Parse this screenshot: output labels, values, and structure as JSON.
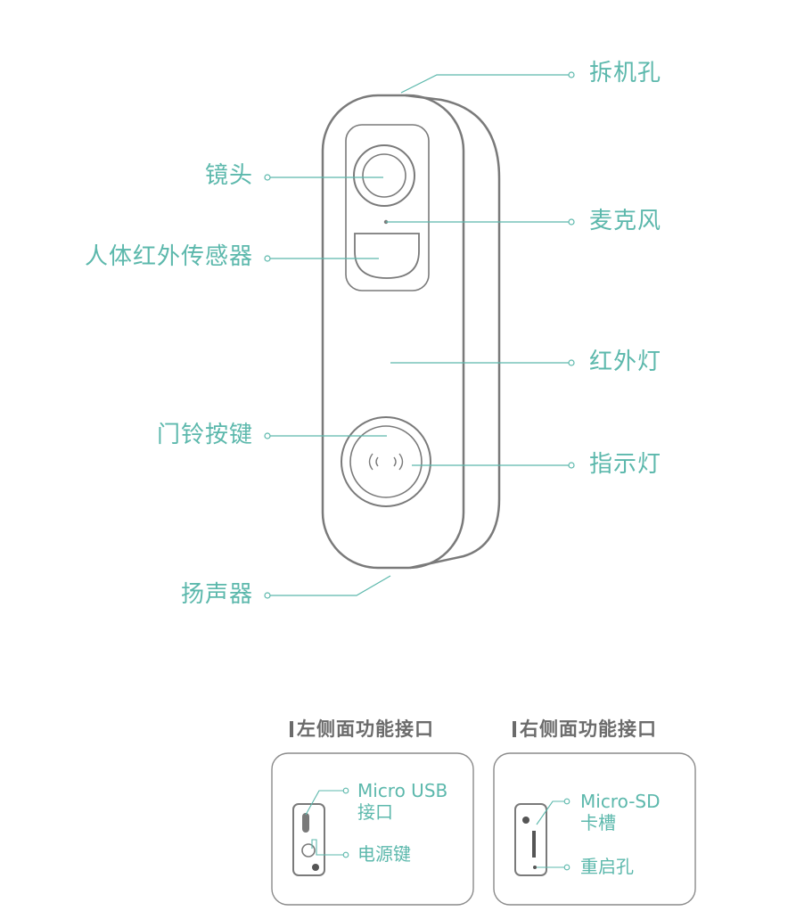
{
  "front_labels": {
    "tamper_hole": "拆机孔",
    "lens": "镜头",
    "microphone": "麦克风",
    "pir_sensor": "人体红外传感器",
    "infrared_light": "红外灯",
    "doorbell_button": "门铃按键",
    "indicator_light": "指示灯",
    "speaker": "扬声器"
  },
  "left_side": {
    "title": "左侧面功能接口",
    "micro_usb_line1": "Micro USB",
    "micro_usb_line2": "接口",
    "power_key": "电源键"
  },
  "right_side": {
    "title": "右侧面功能接口",
    "micro_sd_line1": "Micro-SD",
    "micro_sd_line2": "卡槽",
    "reset_hole": "重启孔"
  },
  "colors": {
    "label": "#5cb8ac",
    "leader_line": "#5cb8ac",
    "device_outline": "#7a7a7a",
    "section_title": "#6b6b6b"
  }
}
